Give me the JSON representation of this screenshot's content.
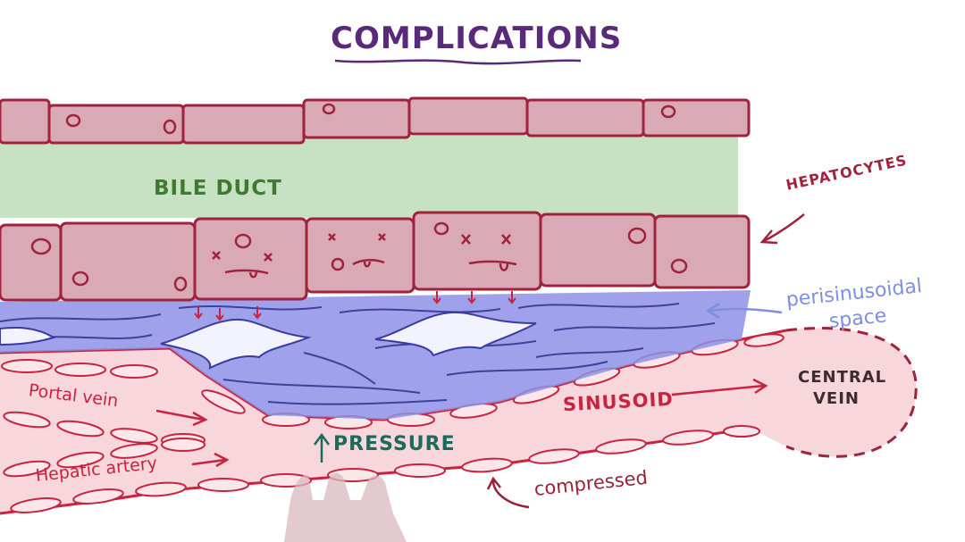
{
  "title": "COMPLICATIONS",
  "labels": {
    "bile_duct": "BILE DUCT",
    "hepatocytes": "HEPATOCYTES",
    "perisinusoidal_line1": "perisinusoidal",
    "perisinusoidal_line2": "space",
    "sinusoid": "SINUSOID",
    "central_vein_line1": "CENTRAL",
    "central_vein_line2": "VEIN",
    "portal_vein": "Portal vein",
    "hepatic_artery": "Hepatic artery",
    "pressure": "PRESSURE",
    "compressed": "compressed"
  },
  "colors": {
    "title": "#5a2a7a",
    "cell_fill": "#d9aab6",
    "cell_outline": "#a0223c",
    "bile_duct": "#c7e2c3",
    "perisinusoidal": "#8e92e6",
    "sinusoid": "#f7d6dc",
    "sinusoid_outline": "#c8233f",
    "pressure": "#1d6a5a"
  }
}
